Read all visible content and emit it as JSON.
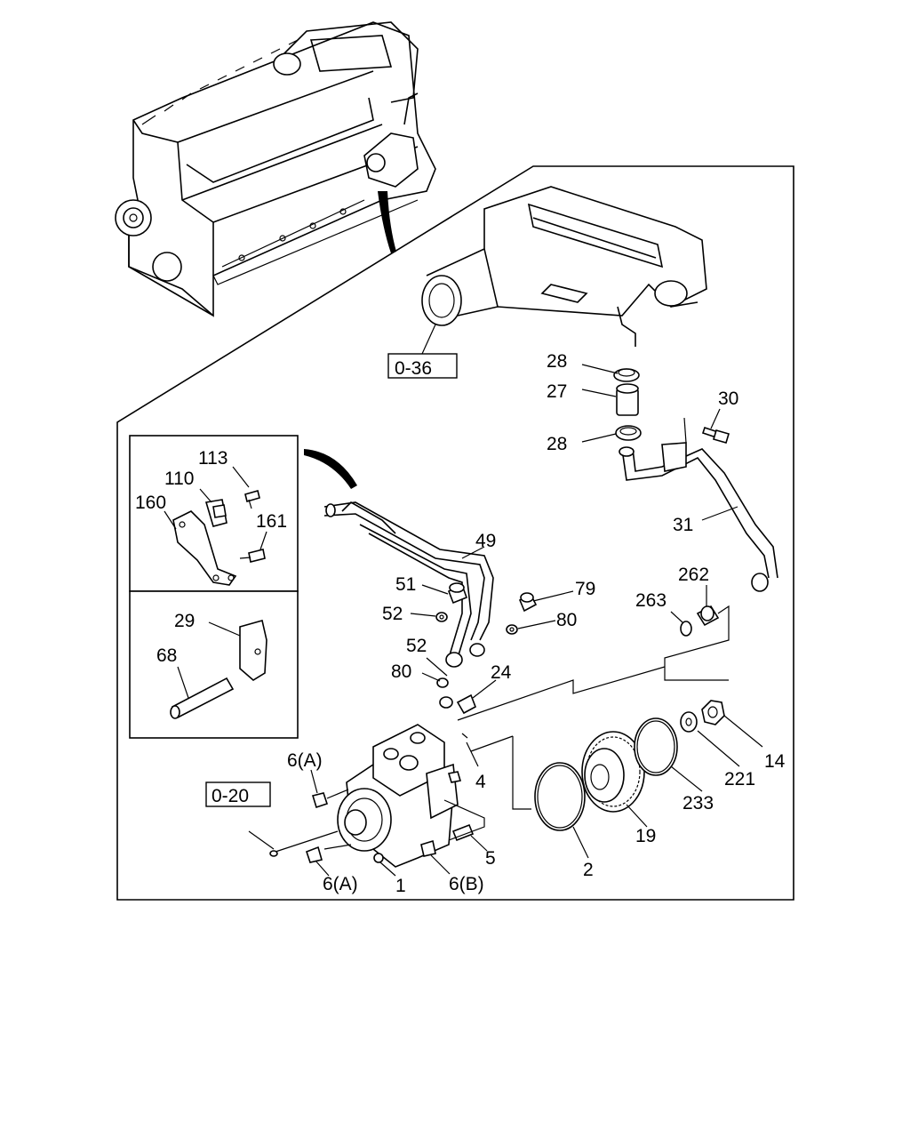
{
  "references": {
    "ref_top": "0-36",
    "ref_left": "0-20"
  },
  "callouts": {
    "c28a": "28",
    "c27": "27",
    "c28b": "28",
    "c30": "30",
    "c31": "31",
    "c113": "113",
    "c110": "110",
    "c160": "160",
    "c161": "161",
    "c29": "29",
    "c68": "68",
    "c49": "49",
    "c51": "51",
    "c52a": "52",
    "c52b": "52",
    "c79": "79",
    "c80a": "80",
    "c80b": "80",
    "c263": "263",
    "c262": "262",
    "c24": "24",
    "c4": "4",
    "c6a1": "6(A)",
    "c6a2": "6(A)",
    "c6b": "6(B)",
    "c1": "1",
    "c5": "5",
    "c2": "2",
    "c19": "19",
    "c233": "233",
    "c221": "221",
    "c14": "14"
  }
}
